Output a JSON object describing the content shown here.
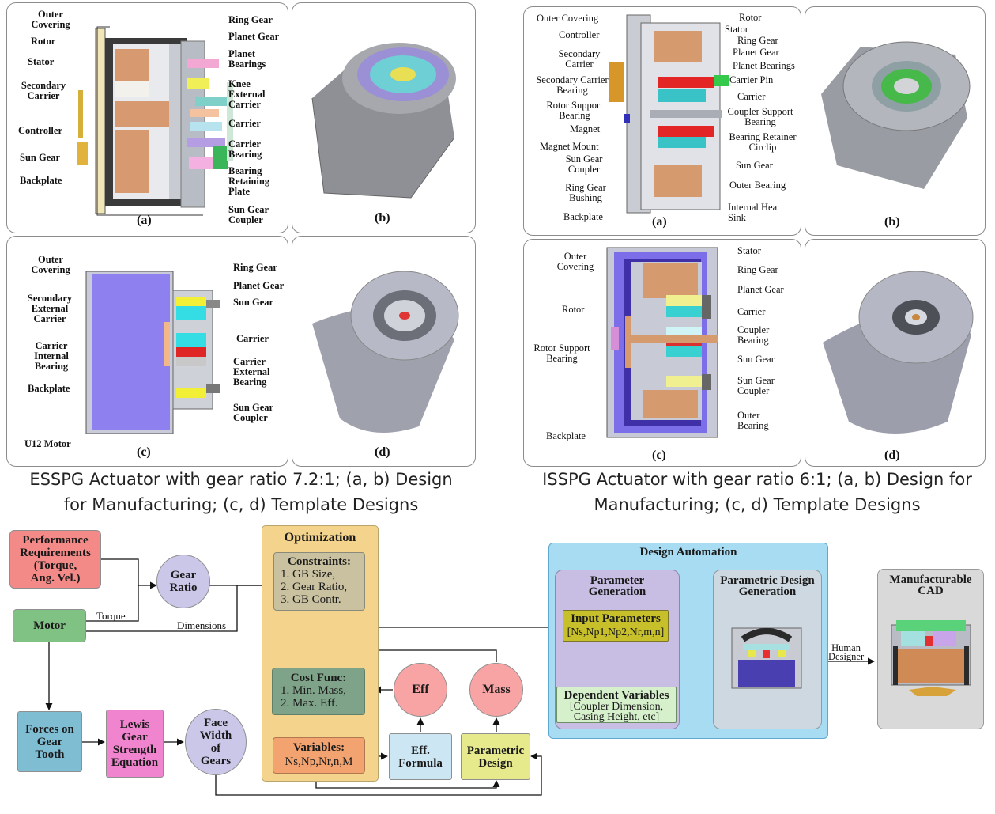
{
  "esspg": {
    "caption": "ESSPG Actuator with gear ratio 7.2:1; (a, b) Design for Manufacturing; (c, d) Template Designs",
    "caption_line1": "ESSPG Actuator with gear ratio 7.2:1; (a, b) Design",
    "caption_line2": "for Manufacturing; (c, d) Template Designs",
    "panel_a": {
      "sublabel": "(a)",
      "left_labels": [
        "Outer Covering",
        "Rotor",
        "Stator",
        "Secondary Carrier",
        "Controller",
        "Sun Gear",
        "Backplate"
      ],
      "right_labels": [
        "Ring Gear",
        "Planet Gear",
        "Planet Bearings",
        "Knee External Carrier",
        "Carrier",
        "Carrier Bearing",
        "Bearing Retaining Plate",
        "Sun Gear Coupler"
      ]
    },
    "panel_b": {
      "sublabel": "(b)"
    },
    "panel_c": {
      "sublabel": "(c)",
      "left_labels": [
        "Outer Covering",
        "Secondary External Carrier",
        "Carrier Internal Bearing",
        "Backplate",
        "U12 Motor"
      ],
      "right_labels": [
        "Ring Gear",
        "Planet Gear",
        "Sun Gear",
        "Carrier",
        "Carrier External Bearing",
        "Sun Gear Coupler"
      ]
    },
    "panel_d": {
      "sublabel": "(d)"
    }
  },
  "isspg": {
    "caption": "ISSPG Actuator with gear ratio 6:1; (a, b) Design for Manufacturing; (c, d) Template Designs",
    "caption_line1": "ISSPG Actuator with gear ratio 6:1; (a, b) Design for",
    "caption_line2": "Manufacturing; (c, d) Template Designs",
    "panel_a": {
      "sublabel": "(a)",
      "left_labels": [
        "Outer Covering",
        "Controller",
        "Secondary Carrier",
        "Secondary Carrier Bearing",
        "Rotor Support Bearing",
        "Magnet",
        "Magnet Mount",
        "Sun Gear Coupler",
        "Ring Gear Bushing",
        "Backplate"
      ],
      "right_labels": [
        "Rotor",
        "Stator",
        "Ring Gear",
        "Planet Gear",
        "Planet Bearings",
        "Carrier Pin",
        "Carrier",
        "Coupler Support Bearing",
        "Bearing Retainer Circlip",
        "Sun Gear",
        "Outer Bearing",
        "Internal Heat Sink"
      ]
    },
    "panel_b": {
      "sublabel": "(b)"
    },
    "panel_c": {
      "sublabel": "(c)",
      "left_labels": [
        "Outer Covering",
        "Rotor",
        "Rotor Support Bearing",
        "Backplate"
      ],
      "right_labels": [
        "Stator",
        "Ring Gear",
        "Planet Gear",
        "Carrier",
        "Coupler Bearing",
        "Sun Gear",
        "Sun Gear Coupler",
        "Outer Bearing"
      ]
    },
    "panel_d": {
      "sublabel": "(d)"
    }
  },
  "flow": {
    "performance": "Performance Requirements (Torque, Ang. Vel.)",
    "performance_lines": [
      "Performance",
      "Requirements",
      "(Torque,",
      "Ang. Vel.)"
    ],
    "gear_ratio": [
      "Gear",
      "Ratio"
    ],
    "motor": "Motor",
    "edge_torque": "Torque",
    "edge_dimensions": "Dimensions",
    "optimization": {
      "title": "Optimization",
      "constraints_title": "Constraints:",
      "constraints": [
        "1. GB Size,",
        "2. Gear Ratio,",
        "3. GB Contr."
      ],
      "cost_title": "Cost Func:",
      "cost": [
        "1. Min. Mass,",
        "2. Max. Eff."
      ],
      "variables_title": "Variables:",
      "variables": "Ns,Np,Nr,n,M"
    },
    "eff": "Eff",
    "mass": "Mass",
    "eff_formula": [
      "Eff.",
      "Formula"
    ],
    "parametric_design": [
      "Parametric",
      "Design"
    ],
    "forces": [
      "Forces on",
      "Gear",
      "Tooth"
    ],
    "lewis": [
      "Lewis",
      "Gear",
      "Strength",
      "Equation"
    ],
    "face_width": [
      "Face",
      "Width",
      "of",
      "Gears"
    ],
    "design_automation": {
      "title": "Design Automation",
      "param_gen": [
        "Parameter",
        "Generation"
      ],
      "input_title": "Input Parameters",
      "input_params": "[Ns,Np1,Np2,Nr,m,n]",
      "dep_title": "Dependent Variables",
      "dep_vars": [
        "[Coupler Dimension,",
        "Casing Height, etc]"
      ],
      "pdg": [
        "Parametric Design",
        "Generation"
      ]
    },
    "human_designer": [
      "Human",
      "Designer"
    ],
    "manufacturable": [
      "Manufacturable",
      "CAD"
    ]
  }
}
